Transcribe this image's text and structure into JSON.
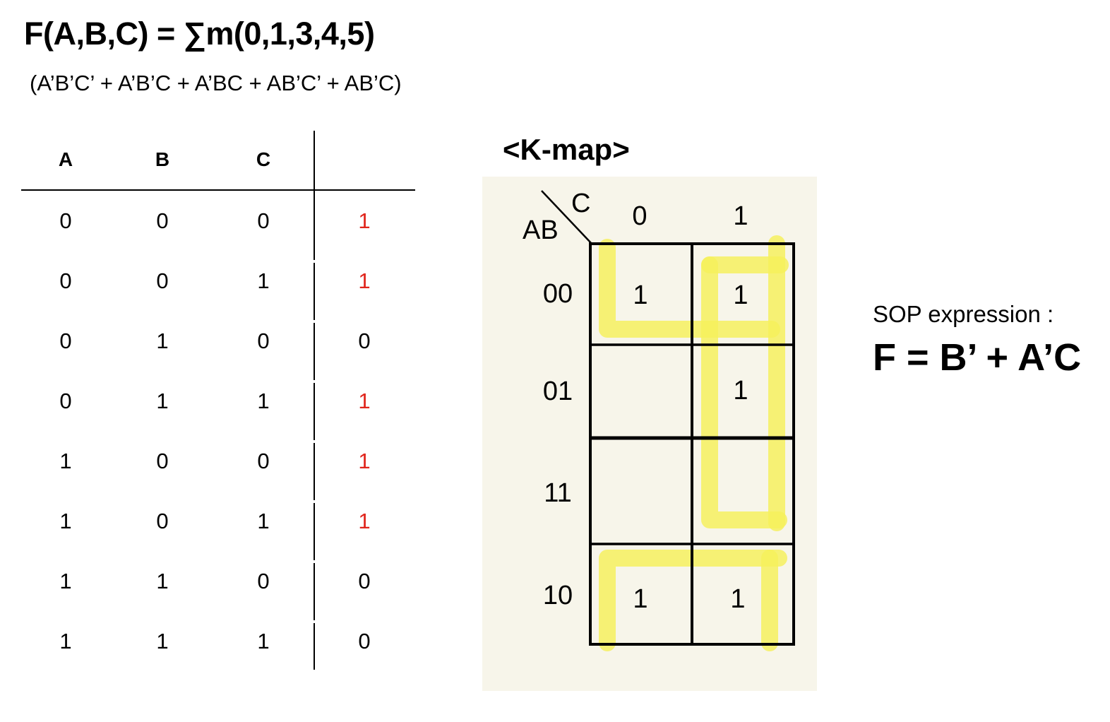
{
  "header": {
    "function": "F(A,B,C) = ∑m(0,1,3,4,5)",
    "expansion": "(A’B’C’ + A’B’C + A’BC + AB’C’ + AB’C)"
  },
  "truth_table": {
    "headers": [
      "A",
      "B",
      "C",
      ""
    ],
    "rows": [
      [
        "0",
        "0",
        "0",
        "1"
      ],
      [
        "0",
        "0",
        "1",
        "1"
      ],
      [
        "0",
        "1",
        "0",
        "0"
      ],
      [
        "0",
        "1",
        "1",
        "1"
      ],
      [
        "1",
        "0",
        "0",
        "1"
      ],
      [
        "1",
        "0",
        "1",
        "1"
      ],
      [
        "1",
        "1",
        "0",
        "0"
      ],
      [
        "1",
        "1",
        "1",
        "0"
      ]
    ],
    "output_one_color": "#e0261d"
  },
  "kmap": {
    "title": "<K-map>",
    "row_variable": "AB",
    "col_variable": "C",
    "col_labels": [
      "0",
      "1"
    ],
    "row_labels": [
      "00",
      "01",
      "11",
      "10"
    ],
    "cells": [
      [
        "1",
        "1"
      ],
      [
        "",
        "1"
      ],
      [
        "",
        ""
      ],
      [
        "1",
        "1"
      ]
    ],
    "panel_color": "#f7f5ea",
    "highlight_color": "#f5f05a"
  },
  "sop": {
    "label": "SOP expression :",
    "expression": "F = B’ + A’C"
  }
}
